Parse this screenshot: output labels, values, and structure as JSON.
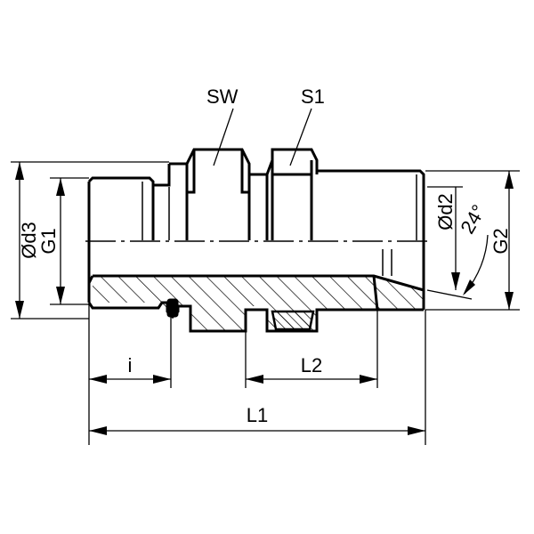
{
  "labels": {
    "sw": "SW",
    "s1": "S1",
    "d3": "Ød3",
    "g1": "G1",
    "d2": "Ød2",
    "angle": "24°",
    "g2": "G2",
    "i": "i",
    "l2": "L2",
    "l1": "L1"
  }
}
